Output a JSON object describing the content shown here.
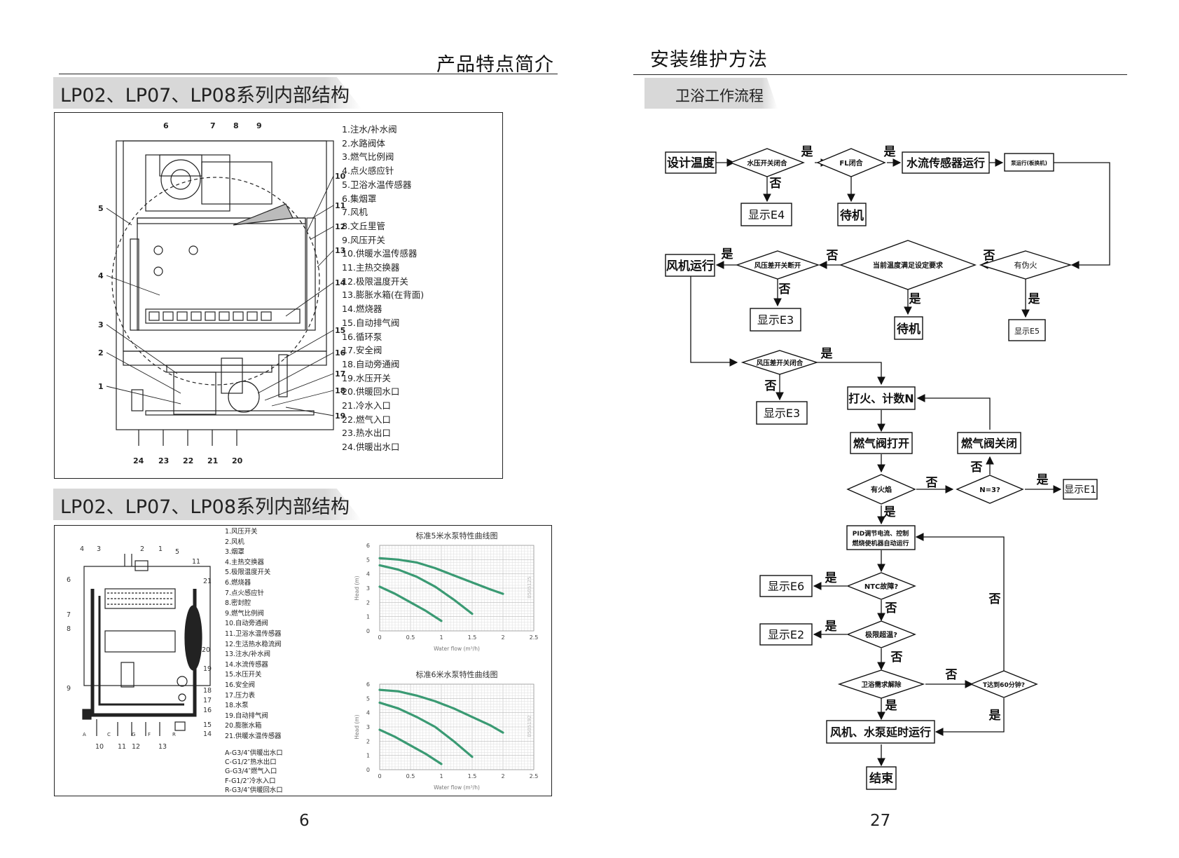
{
  "left_page": {
    "header": "产品特点简介",
    "section1_title": "LP02、LP07、LP08系列内部结构",
    "section2_title": "LP02、LP07、LP08系列内部结构",
    "parts": [
      "1.注水/补水阀",
      "2.水路阀体",
      "3.燃气比例阀",
      "4.点火感应针",
      "5.卫浴水温传感器",
      "6.集烟罩",
      "7.风机",
      "8.文丘里管",
      "9.风压开关",
      "10.供暖水温传感器",
      "11.主热交换器",
      "12.极限温度开关",
      "13.膨胀水箱(在背面)",
      "14.燃烧器",
      "15.自动排气阀",
      "16.循环泵",
      "17.安全阀",
      "18.自动旁通阀",
      "19.水压开关",
      "20.供暖回水口",
      "21.冷水入口",
      "22.燃气入口",
      "23.热水出口",
      "24.供暖出水口"
    ],
    "diagram1_callouts": [
      "6",
      "7",
      "8",
      "9",
      "10",
      "11",
      "12",
      "13",
      "14",
      "15",
      "16",
      "17",
      "18",
      "19",
      "5",
      "4",
      "3",
      "2",
      "1",
      "24",
      "23",
      "22",
      "21",
      "20"
    ],
    "parts2": [
      "1.风压开关",
      "2.风机",
      "3.烟罩",
      "4.主热交换器",
      "5.极限温度开关",
      "6.燃烧器",
      "7.点火感应针",
      "8.密封腔",
      "9.燃气比例阀",
      "10.自动旁通阀",
      "11.卫浴水温传感器",
      "12.生活热水稳流阀",
      "13.注水/补水阀",
      "14.水流传感器",
      "15.水压开关",
      "16.安全阀",
      "17.压力表",
      "18.水泵",
      "19.自动排气阀",
      "20.膨胀水箱",
      "21.供暖水温传感器"
    ],
    "connections": [
      "A-G3/4″供暖出水口",
      "C-G1/2″热水出口",
      "G-G3/4″燃气入口",
      "F-G1/2″冷水入口",
      "R-G3/4″供暖回水口"
    ],
    "diagram2_callouts": [
      "4",
      "3",
      "2",
      "1",
      "5",
      "11",
      "21",
      "6",
      "7",
      "8",
      "9",
      "20",
      "19",
      "18",
      "17",
      "16",
      "15",
      "14",
      "A",
      "C",
      "G",
      "F",
      "R",
      "10",
      "11",
      "12",
      "13"
    ],
    "chart_titles": [
      "标准5米水泵特性曲线图",
      "标准6米水泵特性曲线图"
    ],
    "chart_watermarks": [
      "0505125",
      "0505192"
    ],
    "page_number": "6"
  },
  "right_page": {
    "header": "安装维护方法",
    "section_title": "卫浴工作流程",
    "flow": {
      "start": "设计温度",
      "water_pressure_closed": "水压开关闭合",
      "fl_closed": "FL闭合",
      "flow_sensor_running": "水流传感器运行",
      "pump_running": "泵运行(板换机)",
      "show_e4": "显示E4",
      "standby1": "待机",
      "fan_running": "风机运行",
      "air_pressure_off": "风压差开关断开",
      "temp_met": "当前温度满足设定要求",
      "false_flame": "有伪火",
      "show_e3_1": "显示E3",
      "standby2": "待机",
      "show_e5": "显示E5",
      "air_pressure_closed": "风压差开关闭合",
      "show_e3_2": "显示E3",
      "ignite_count": "打火、计数N",
      "gas_valve_open": "燃气阀打开",
      "gas_valve_close": "燃气阀关闭",
      "has_flame": "有火焰",
      "n3": "N=3?",
      "show_e1": "显示E1",
      "pid_line1": "PID调节电流、控制",
      "pid_line2": "燃烧使机器自动运行",
      "ntc_fault": "NTC故障?",
      "show_e6": "显示E6",
      "limit_overheat": "极限超温?",
      "show_e2": "显示E2",
      "bath_demand_off": "卫浴需求解除",
      "t60": "T达到60分钟?",
      "fan_pump_delay": "风机、水泵延时运行",
      "end": "结束",
      "yes": "是",
      "no": "否"
    },
    "page_number": "27"
  },
  "pump_curve_5m": {
    "type": "line",
    "title": "标准5米水泵特性曲线图",
    "xlabel": "Water flow (m³/h)",
    "ylabel": "Head (m)",
    "xlim": [
      0,
      2.5
    ],
    "ylim": [
      0,
      6
    ],
    "xticks": [
      "0",
      "0.5",
      "1",
      "1.5",
      "2",
      "2.5"
    ],
    "yticks": [
      "0",
      "1",
      "2",
      "3",
      "4",
      "5",
      "6"
    ],
    "series": [
      {
        "x": [
          0,
          0.3,
          0.6,
          0.9,
          1.2,
          1.5,
          1.8,
          2.0
        ],
        "y": [
          5.1,
          5.0,
          4.8,
          4.4,
          3.9,
          3.4,
          2.9,
          2.6
        ],
        "color": "#3a9a73"
      },
      {
        "x": [
          0,
          0.3,
          0.6,
          0.9,
          1.2,
          1.5
        ],
        "y": [
          4.6,
          4.3,
          3.8,
          3.1,
          2.2,
          1.2
        ],
        "color": "#3a9a73"
      },
      {
        "x": [
          0,
          0.25,
          0.5,
          0.75,
          1.0
        ],
        "y": [
          3.1,
          2.6,
          2.0,
          1.4,
          0.7
        ],
        "color": "#3a9a73"
      }
    ]
  },
  "pump_curve_6m": {
    "type": "line",
    "title": "标准6米水泵特性曲线图",
    "xlabel": "Water flow (m³/h)",
    "ylabel": "Head (m)",
    "xlim": [
      0,
      2.5
    ],
    "ylim": [
      0,
      6
    ],
    "xticks": [
      "0",
      "0.5",
      "1",
      "1.5",
      "2",
      "2.5"
    ],
    "yticks": [
      "0",
      "1",
      "2",
      "3",
      "4",
      "5",
      "6"
    ],
    "series": [
      {
        "x": [
          0,
          0.3,
          0.6,
          0.9,
          1.2,
          1.5,
          1.8,
          2.0
        ],
        "y": [
          5.6,
          5.5,
          5.2,
          4.8,
          4.3,
          3.7,
          3.1,
          2.6
        ],
        "color": "#3a9a73"
      },
      {
        "x": [
          0,
          0.3,
          0.6,
          0.9,
          1.2,
          1.5
        ],
        "y": [
          4.7,
          4.3,
          3.7,
          3.0,
          2.0,
          0.9
        ],
        "color": "#3a9a73"
      },
      {
        "x": [
          0,
          0.25,
          0.5,
          0.75,
          1.0
        ],
        "y": [
          2.8,
          2.3,
          1.7,
          1.1,
          0.4
        ],
        "color": "#3a9a73"
      }
    ]
  }
}
